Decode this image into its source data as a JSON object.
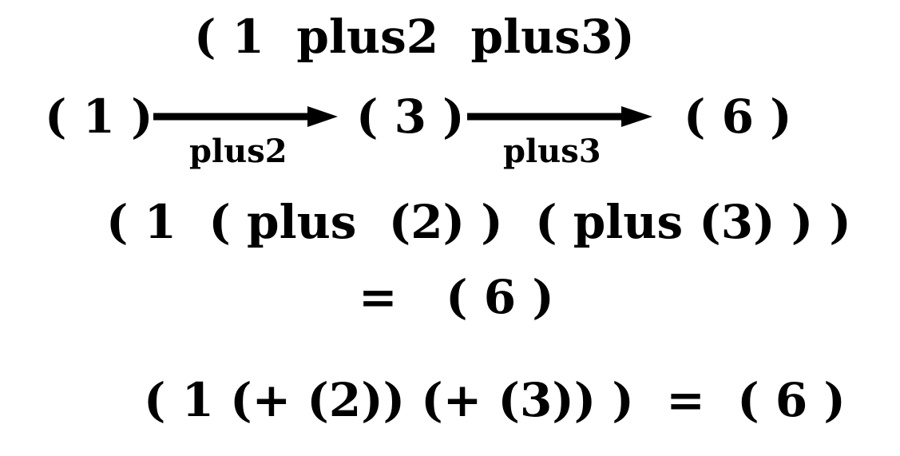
{
  "top_expression": "( 1  plus2  plus3)",
  "chain": {
    "node_1": "( 1 )",
    "node_2": "( 3 )",
    "node_3": "( 6 )",
    "edge_1_label": "plus2",
    "edge_2_label": "plus3"
  },
  "nested_expression": "( 1  ( plus  (2) )  ( plus (3) ) )",
  "nested_result": "=   ( 6 )",
  "symbolic_expression": "( 1 (+ (2)) (+ (3)) )  =  ( 6 )",
  "colors": {
    "text": "#000000",
    "background": "#ffffff"
  }
}
